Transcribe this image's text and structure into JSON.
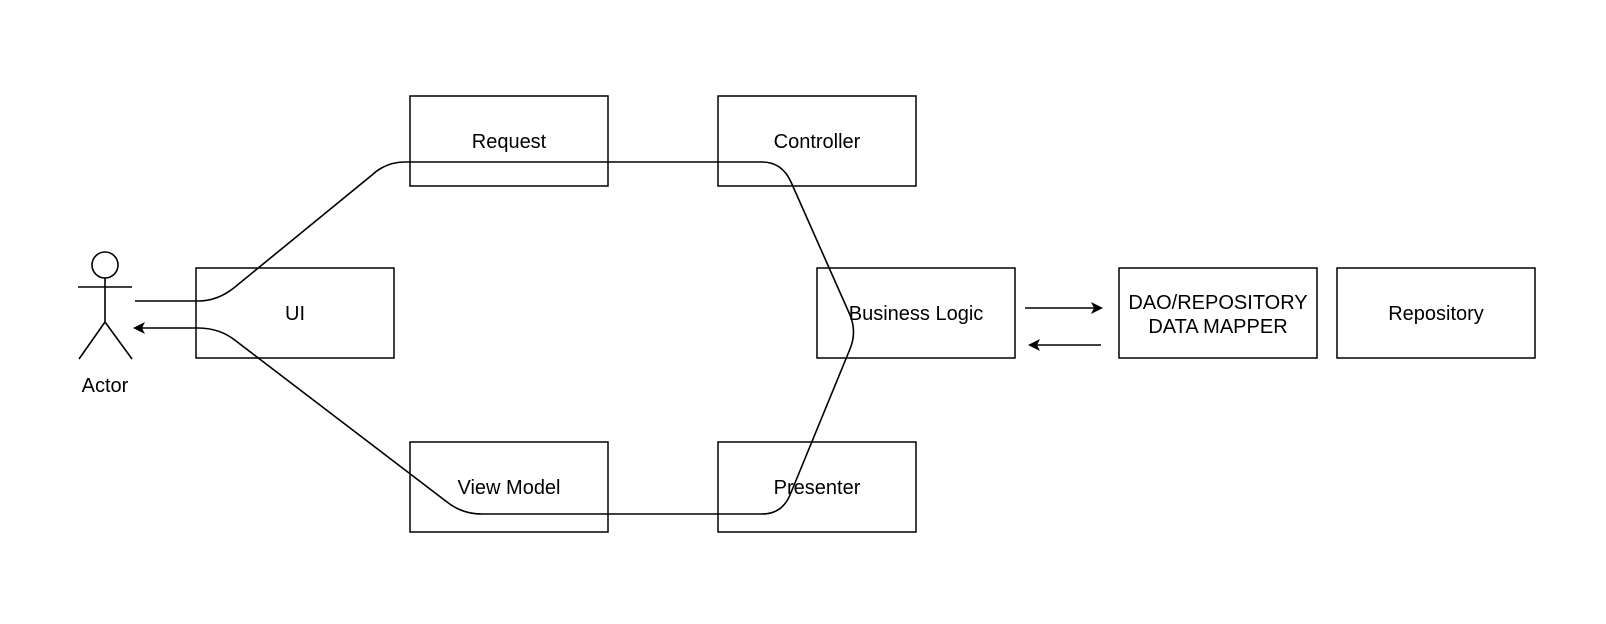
{
  "diagram": {
    "actor": {
      "label": "Actor"
    },
    "nodes": {
      "ui": "UI",
      "request": "Request",
      "controller": "Controller",
      "business_logic": "Business Logic",
      "view_model": "View Model",
      "presenter": "Presenter",
      "dao_line1": "DAO/REPOSITORY",
      "dao_line2": "DATA MAPPER",
      "repository": "Repository"
    },
    "colors": {
      "stroke": "#000000",
      "fill": "#ffffff",
      "text": "#000000"
    }
  }
}
